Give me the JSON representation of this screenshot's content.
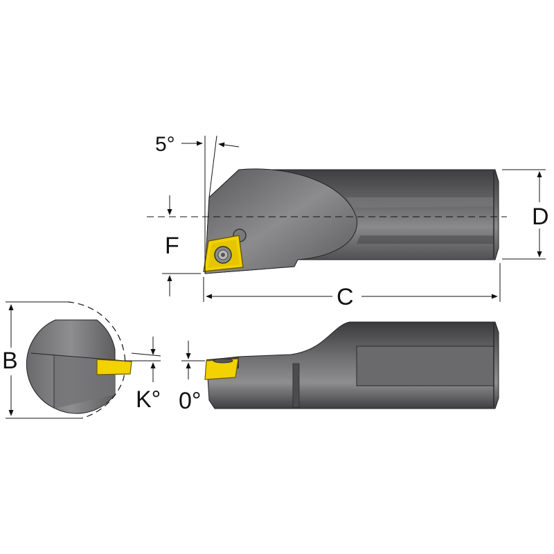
{
  "labels": {
    "angle_top": "5°",
    "dim_d": "D",
    "dim_f": "F",
    "dim_c": "C",
    "dim_b": "B",
    "angle_k": "K°",
    "angle_zero": "0°"
  },
  "colors": {
    "body_dark": "#4a4a4c",
    "body_mid": "#6e6e70",
    "body_light": "#9a9a9c",
    "face": "#808082",
    "insert": "#f2d200",
    "insert_edge": "#8a7400",
    "line": "#111111"
  }
}
